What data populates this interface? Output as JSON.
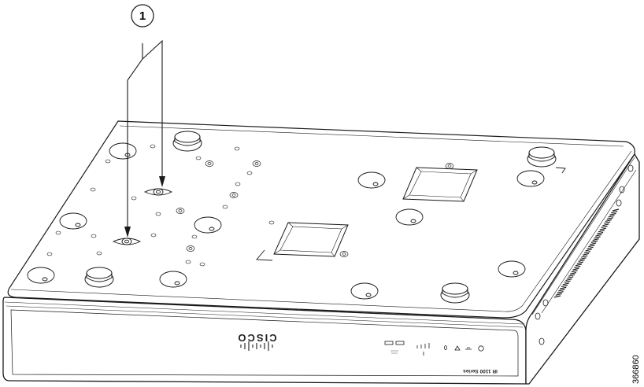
{
  "callout": {
    "number": "1"
  },
  "device": {
    "brand": "CISCO",
    "model": "IR 1100 Series"
  },
  "figure_id": "366860"
}
